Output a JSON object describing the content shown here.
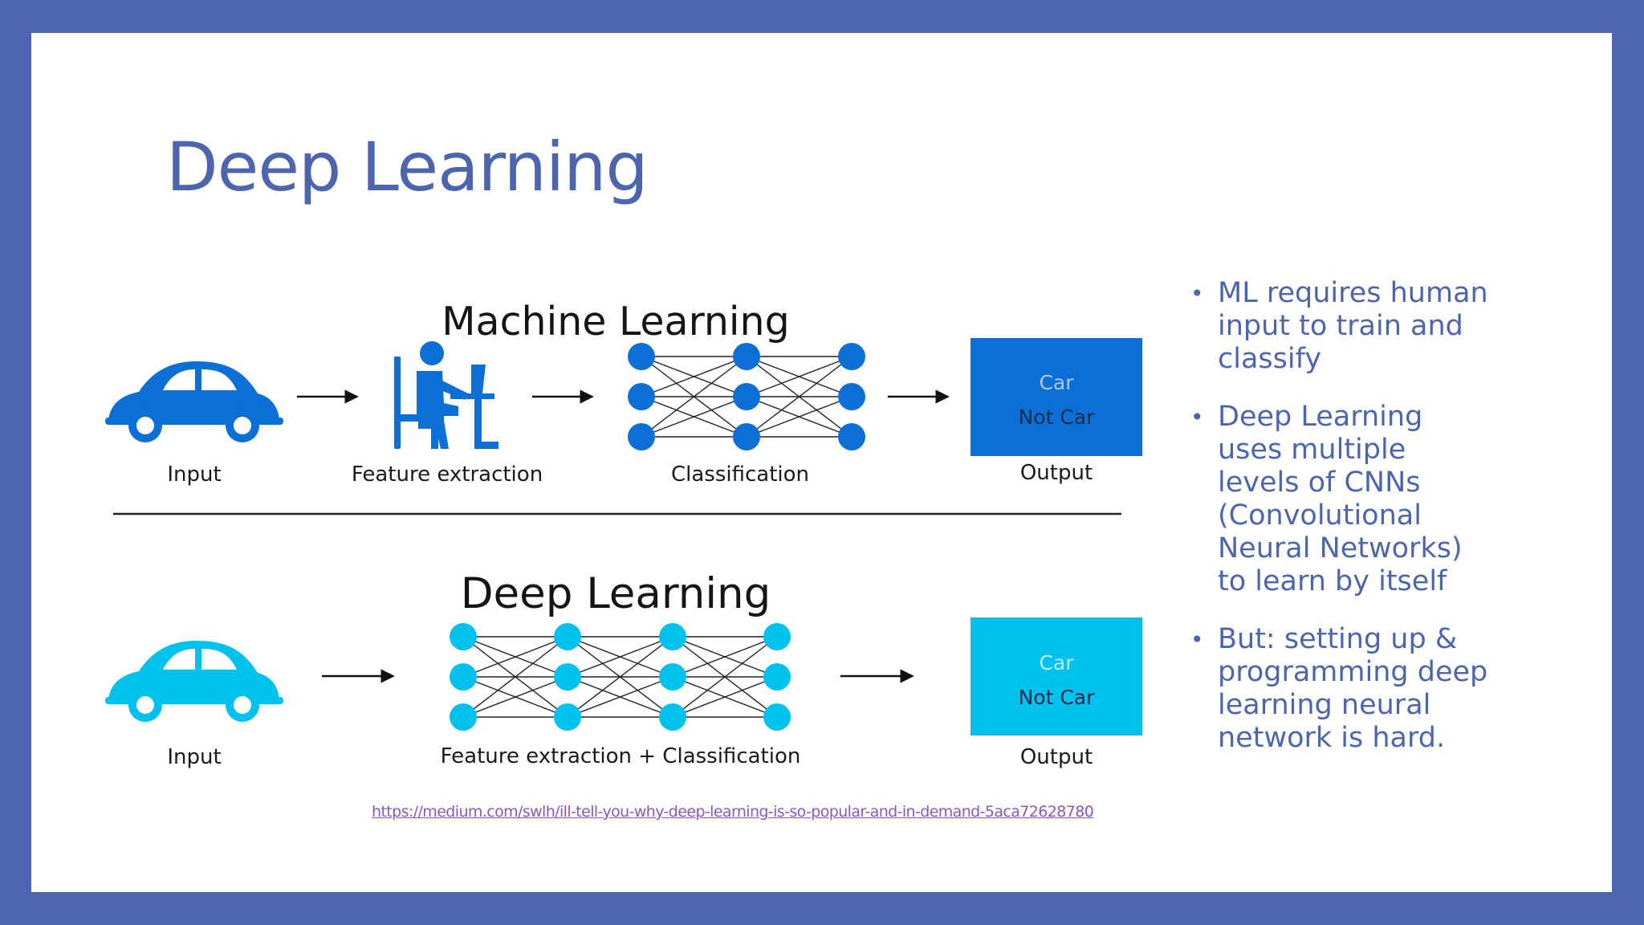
{
  "slide": {
    "title": "Deep Learning",
    "colors": {
      "frame": "#4d65ad",
      "ml_blue": "#0b6fd6",
      "dl_cyan": "#00c0ee",
      "title_text": "#4d65ad"
    }
  },
  "diagram": {
    "ml": {
      "heading": "Machine Learning",
      "input_label": "Input",
      "feature_label": "Feature extraction",
      "classification_label": "Classification",
      "output_label": "Output",
      "output_box": {
        "line1": "Car",
        "line2": "Not Car"
      },
      "icons": [
        "car-icon",
        "person-at-desk-icon",
        "neural-network-icon"
      ]
    },
    "dl": {
      "heading": "Deep Learning",
      "input_label": "Input",
      "feature_classification_label": "Feature extraction + Classification",
      "output_label": "Output",
      "output_box": {
        "line1": "Car",
        "line2": "Not Car"
      },
      "icons": [
        "car-icon",
        "neural-network-icon"
      ]
    }
  },
  "bullets": [
    "ML requires human input to train and classify",
    "Deep Learning uses multiple levels of CNNs (Convolutional Neural Networks) to learn by itself",
    "But: setting up & programming deep learning neural network is hard."
  ],
  "source_link": "https://medium.com/swlh/ill-tell-you-why-deep-learning-is-so-popular-and-in-demand-5aca72628780"
}
